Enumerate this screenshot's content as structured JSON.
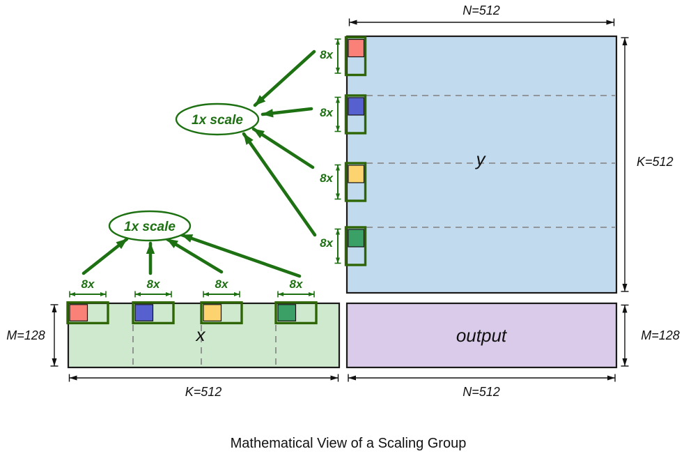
{
  "title": "Mathematical View of a Scaling Group",
  "colors": {
    "outline_green": "#2e6606",
    "accent_green": "#1e7112",
    "matrix_border": "#1a1a1a",
    "dashed_gray": "#808080",
    "text_black": "#111111",
    "background": "#ffffff"
  },
  "matrices": {
    "y": {
      "label": "y",
      "fill": "#c2daee",
      "width_label": "N=512",
      "height_label": "K=512"
    },
    "x": {
      "label": "x",
      "fill": "#cfe9cf",
      "width_label": "K=512",
      "height_label": "M=128"
    },
    "output": {
      "label": "output",
      "fill": "#d9cbe9",
      "width_label": "N=512",
      "height_label": "M=128"
    }
  },
  "scale_groups": [
    {
      "label": "8x",
      "color": "#fa8178"
    },
    {
      "label": "8x",
      "color": "#5661cf"
    },
    {
      "label": "8x",
      "color": "#fcd36e"
    },
    {
      "label": "8x",
      "color": "#3aa065"
    }
  ],
  "shared_scale": {
    "label": "1x scale"
  }
}
